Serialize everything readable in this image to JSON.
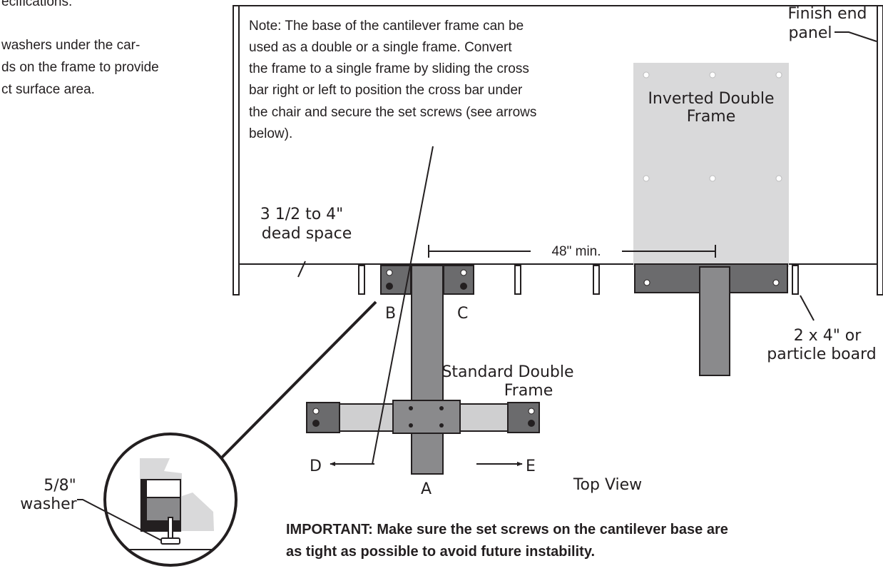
{
  "left_text": {
    "lines": [
      "ecifications.",
      "washers under the car-",
      "ds on the frame to provide",
      "ct surface area."
    ]
  },
  "note": {
    "lines": [
      "Note:  The base of the cantilever frame can be",
      "used as a double or a single frame.  Convert",
      "the frame to a single frame by sliding the cross",
      "bar right or left to position the cross bar under",
      "the chair and secure the set screws (see arrows",
      "below)."
    ]
  },
  "labels": {
    "finish_end_panel": [
      "Finish end",
      "panel"
    ],
    "inverted_double_frame": [
      "Inverted Double",
      "Frame"
    ],
    "dead_space": [
      "3 1/2 to 4\"",
      "dead space"
    ],
    "min_dimension": "48\" min.",
    "board": [
      "2 x 4\" or",
      "particle board"
    ],
    "standard_double_frame": [
      "Standard Double",
      "Frame"
    ],
    "top_view": "Top View",
    "washer": [
      "5/8\"",
      "washer"
    ]
  },
  "letters": {
    "a": "A",
    "b": "B",
    "c": "C",
    "d": "D",
    "e": "E"
  },
  "important": {
    "lines": [
      "IMPORTANT: Make sure the set screws on the cantilever base are",
      "as tight as possible to avoid future instability."
    ]
  },
  "colors": {
    "ink": "#231f20",
    "frame_gray": "#8a8a8c",
    "dark_plate": "#6b6b6d",
    "light_panel": "#d9d9da",
    "light_bar": "#cfcfd0"
  }
}
